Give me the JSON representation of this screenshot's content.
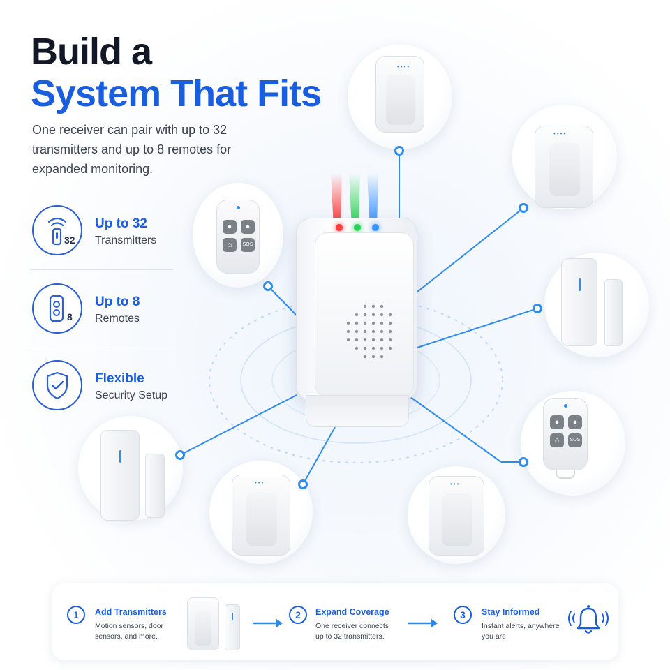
{
  "heading": {
    "line1": "Build a",
    "line2": "System That Fits",
    "subtitle": "One receiver can pair with up to 32 transmitters and up to 8 remotes for expanded monitoring."
  },
  "features": [
    {
      "title": "Up to 32",
      "subtitle": "Transmitters",
      "icon": "transmitter-signal-icon",
      "badge": "32"
    },
    {
      "title": "Up to 8",
      "subtitle": "Remotes",
      "icon": "remote-icon",
      "badge": "8"
    },
    {
      "title": "Flexible",
      "subtitle": "Security Setup",
      "icon": "shield-check-icon"
    }
  ],
  "remote_buttons": {
    "sos": "SOS"
  },
  "steps": [
    {
      "num": "1",
      "title": "Add Transmitters",
      "text": "Motion sensors, door sensors, and more."
    },
    {
      "num": "2",
      "title": "Expand Coverage",
      "text": "One receiver connects up to 32 transmitters."
    },
    {
      "num": "3",
      "title": "Stay Informed",
      "text": "Instant alerts, anywhere you are."
    }
  ],
  "colors": {
    "accent": "#1a5ee0",
    "line": "#2d8cf0",
    "dark": "#121826"
  }
}
